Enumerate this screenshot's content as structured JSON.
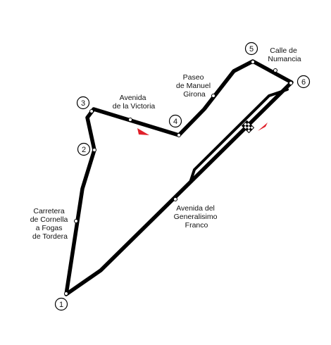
{
  "colors": {
    "track": "#000000",
    "background": "#ffffff",
    "direction_arrow": "#e0202a"
  },
  "corners": [
    {
      "id": "corner-1",
      "number": "1"
    },
    {
      "id": "corner-2",
      "number": "2"
    },
    {
      "id": "corner-3",
      "number": "3"
    },
    {
      "id": "corner-4",
      "number": "4"
    },
    {
      "id": "corner-5",
      "number": "5"
    },
    {
      "id": "corner-6",
      "number": "6"
    }
  ],
  "labels": [
    {
      "id": "label-avenida-victoria",
      "lines": [
        "Avenida",
        "de la Victoria"
      ]
    },
    {
      "id": "label-paseo-manuel-girona",
      "lines": [
        "Paseo",
        "de Manuel",
        "Girona"
      ]
    },
    {
      "id": "label-calle-numancia",
      "lines": [
        "Calle de",
        "Numancia"
      ]
    },
    {
      "id": "label-carretera-cornella",
      "lines": [
        "Carretera",
        "de Cornella",
        "a Fogas",
        "de Tordera"
      ]
    },
    {
      "id": "label-avenida-generalisimo",
      "lines": [
        "Avenida del",
        "Generalisimo",
        "Franco"
      ]
    }
  ]
}
